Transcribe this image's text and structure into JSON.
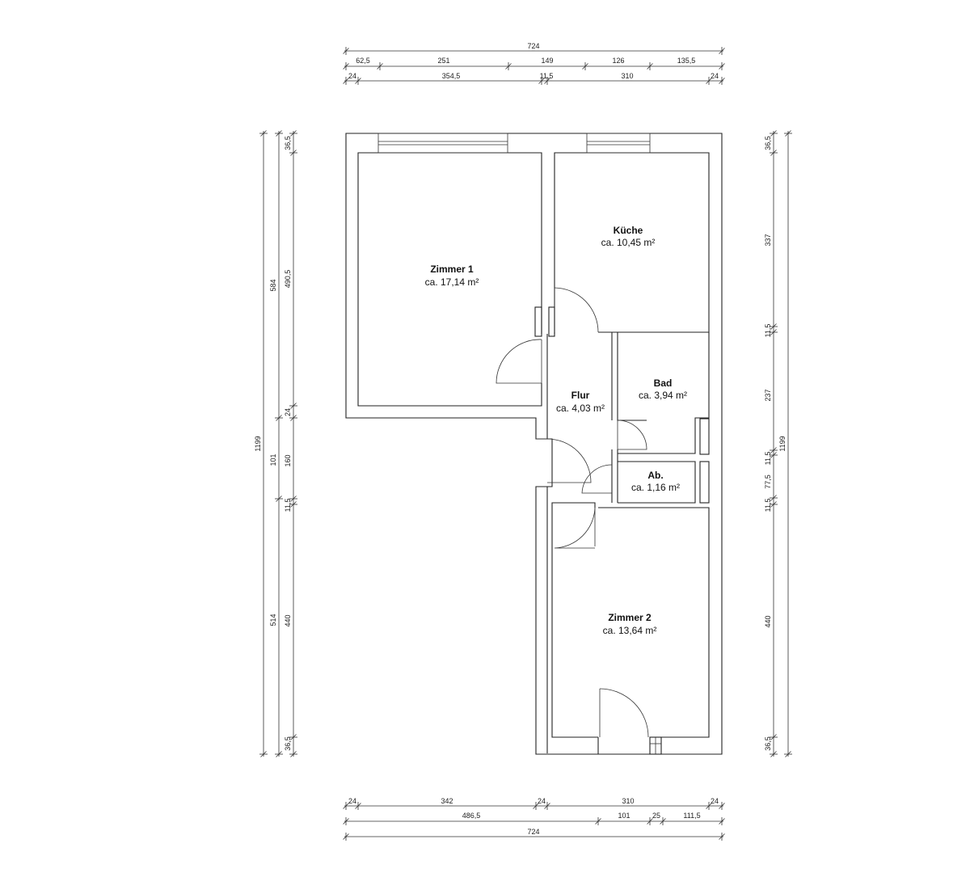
{
  "rooms": [
    {
      "id": "zimmer-1",
      "name": "Zimmer 1",
      "area": "ca. 17,14 m²"
    },
    {
      "id": "kueche",
      "name": "Küche",
      "area": "ca. 10,45 m²"
    },
    {
      "id": "flur",
      "name": "Flur",
      "area": "ca. 4,03 m²"
    },
    {
      "id": "bad",
      "name": "Bad",
      "area": "ca. 3,94 m²"
    },
    {
      "id": "abstellraum",
      "name": "Ab.",
      "area": "ca. 1,16 m²"
    },
    {
      "id": "zimmer-2",
      "name": "Zimmer 2",
      "area": "ca. 13,64 m²"
    }
  ],
  "dimensions": {
    "top_total": "724",
    "top_row1": [
      "62,5",
      "251",
      "149",
      "126",
      "135,5"
    ],
    "top_row2": [
      "24",
      "354,5",
      "11,5",
      "310",
      "24"
    ],
    "bottom_row1": [
      "24",
      "342",
      "24",
      "310",
      "24"
    ],
    "bottom_row2": [
      "486,5",
      "101",
      "25",
      "111,5"
    ],
    "bottom_total": "724",
    "left_total": "1199",
    "left_row1": [
      "584",
      "101",
      "514"
    ],
    "left_row2": [
      "36,5",
      "490,5",
      "24",
      "160",
      "11,5",
      "440",
      "36,5"
    ],
    "right_row1": [
      "36,5",
      "337",
      "11,5",
      "237",
      "11,5",
      "77,5",
      "11,5",
      "440",
      "36,5"
    ],
    "right_total": "1199"
  }
}
